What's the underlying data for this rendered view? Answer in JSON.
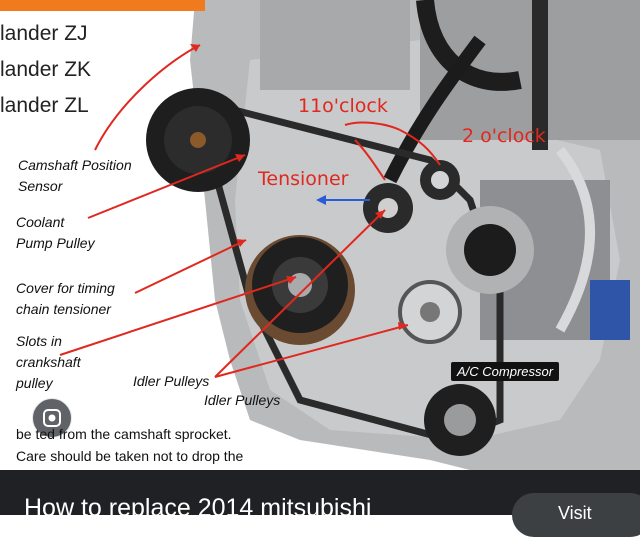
{
  "page": {
    "models": [
      "lander ZJ",
      "lander ZK",
      "lander ZL"
    ],
    "labels": {
      "camshaft": [
        "Camshaft Position",
        "Sensor"
      ],
      "coolant": [
        "Coolant",
        "Pump Pulley"
      ],
      "cover": [
        "Cover for timing",
        "chain tensioner"
      ],
      "slots": [
        "Slots in",
        "crankshaft",
        "pulley"
      ],
      "idler1": "Idler Pulleys",
      "idler2": "Idler Pulleys",
      "ac": "A/C Compressor"
    },
    "handwritten": {
      "eleven": "11o'clock",
      "two": "2 o'clock",
      "tensioner": "Tensioner"
    },
    "article_lines": [
      "be   ted from the camshaft sprocket.",
      "Care should be taken not to drop the"
    ],
    "result_title": "How to replace 2014 mitsubishi",
    "visit_label": "Visit"
  },
  "colors": {
    "accent": "#f07a1e",
    "annotation": "#e0281e",
    "arrow_blue": "#2a5bd7",
    "dark": "#202124"
  },
  "icons": [
    "google-lens-icon"
  ]
}
